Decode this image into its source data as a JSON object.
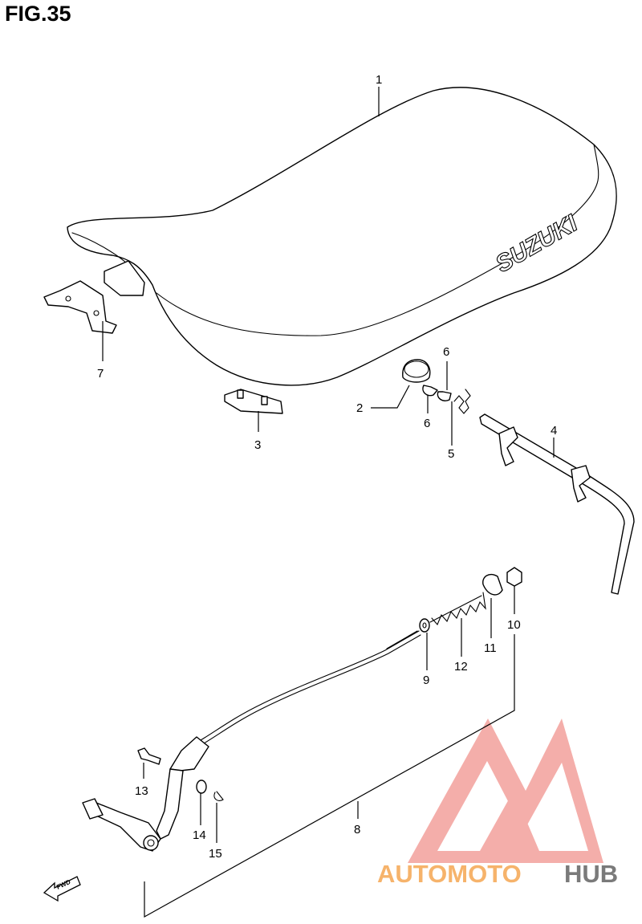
{
  "figure": {
    "title": "FIG.35"
  },
  "seat": {
    "logo": "SUZUKI"
  },
  "callouts": [
    "1",
    "2",
    "3",
    "4",
    "5",
    "6",
    "6",
    "7",
    "8",
    "9",
    "10",
    "11",
    "12",
    "13",
    "14",
    "15"
  ],
  "arrow": {
    "label": "FWD"
  },
  "watermark": {
    "brand_part1": "AUTOMOTO",
    "brand_part2": "HUB",
    "colors": {
      "orange": "#f6b36b",
      "pink": "#f2a3a0",
      "gray": "#7a7a7a"
    }
  }
}
